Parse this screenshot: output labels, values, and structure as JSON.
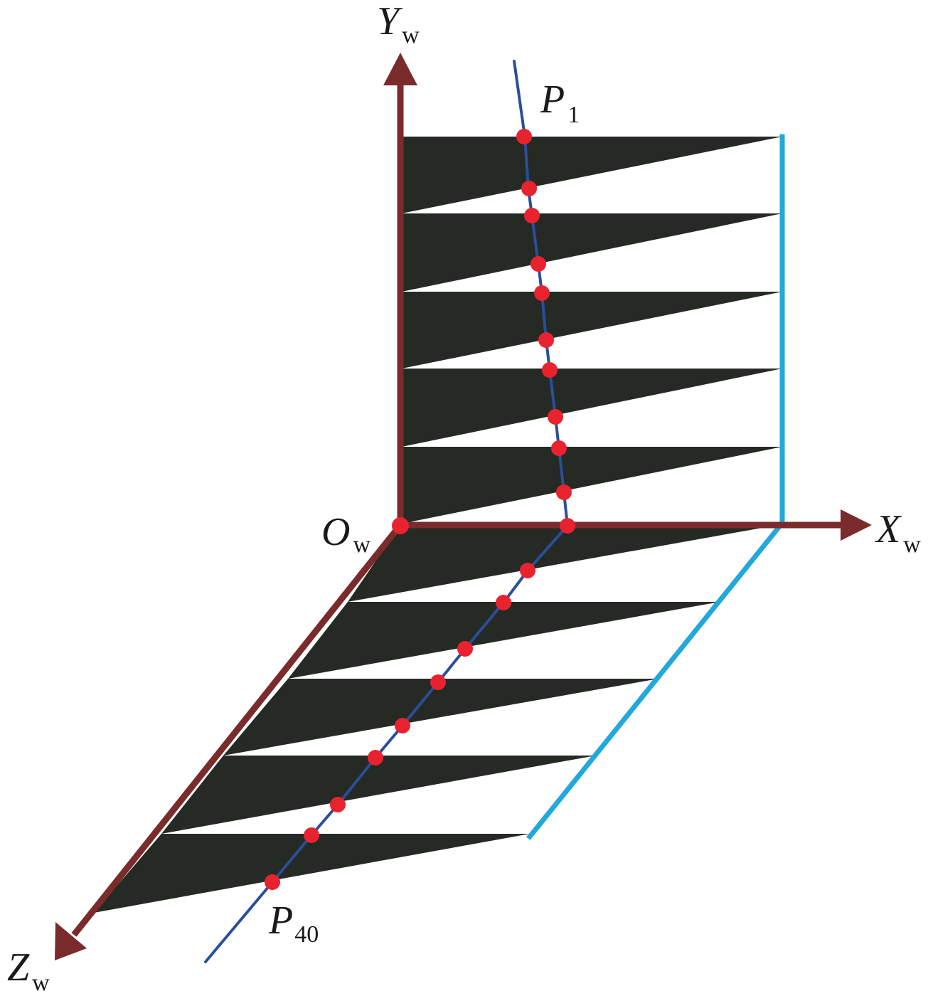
{
  "diagram": {
    "labels": {
      "y_axis": {
        "main": "Y",
        "sub": "w"
      },
      "x_axis": {
        "main": "X",
        "sub": "w"
      },
      "z_axis": {
        "main": "Z",
        "sub": "w"
      },
      "origin": {
        "main": "O",
        "sub": "w"
      },
      "first_point": {
        "main": "P",
        "sub": "1"
      },
      "last_point": {
        "main": "P",
        "sub": "40"
      }
    },
    "colors": {
      "axis": "#7a2b2b",
      "pattern_fill": "#252a24",
      "target_edge": "#22a8db",
      "scan_line": "#2a4f9a",
      "points": "#e8232f",
      "label_text": "#1a1a1a"
    }
  }
}
